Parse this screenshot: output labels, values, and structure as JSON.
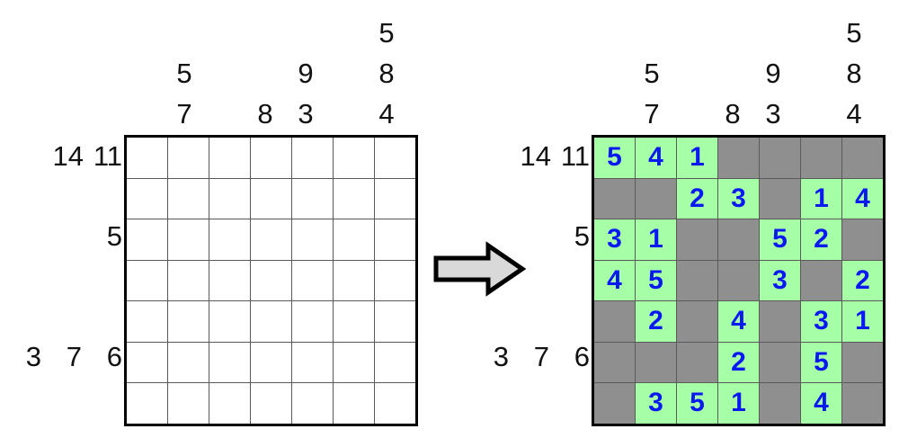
{
  "figure": {
    "type": "logic-puzzle-before-after",
    "grid_size": 7,
    "colors": {
      "filled_cell": "#a6ffa6",
      "blocked_cell": "#8f8f8f",
      "digit": "#0a19f0",
      "border": "#000000",
      "gridline": "#5a5a5a",
      "arrow_fill": "#d9d9d9",
      "arrow_outline": "#000000"
    }
  },
  "arrow": {
    "name": "right-arrow",
    "direction": "right"
  },
  "clues": {
    "columns": [
      {
        "col": 1,
        "values": []
      },
      {
        "col": 2,
        "values": [
          "5",
          "7"
        ]
      },
      {
        "col": 3,
        "values": []
      },
      {
        "col": 4,
        "values": [
          "8"
        ]
      },
      {
        "col": 5,
        "values": [
          "9",
          "3"
        ]
      },
      {
        "col": 6,
        "values": []
      },
      {
        "col": 7,
        "values": [
          "5",
          "8",
          "4"
        ]
      }
    ],
    "rows": [
      {
        "row": 1,
        "values": [
          "14",
          "11"
        ]
      },
      {
        "row": 2,
        "values": []
      },
      {
        "row": 3,
        "values": [
          "5"
        ]
      },
      {
        "row": 4,
        "values": []
      },
      {
        "row": 5,
        "values": []
      },
      {
        "row": 6,
        "values": [
          "3",
          "7",
          "6"
        ]
      },
      {
        "row": 7,
        "values": []
      }
    ]
  },
  "puzzle_grid": {
    "label": "unsolved-grid",
    "cells": [
      [
        "",
        "",
        "",
        "",
        "",
        "",
        ""
      ],
      [
        "",
        "",
        "",
        "",
        "",
        "",
        ""
      ],
      [
        "",
        "",
        "",
        "",
        "",
        "",
        ""
      ],
      [
        "",
        "",
        "",
        "",
        "",
        "",
        ""
      ],
      [
        "",
        "",
        "",
        "",
        "",
        "",
        ""
      ],
      [
        "",
        "",
        "",
        "",
        "",
        "",
        ""
      ],
      [
        "",
        "",
        "",
        "",
        "",
        "",
        ""
      ]
    ]
  },
  "solution_grid": {
    "label": "solved-grid",
    "cells": [
      [
        "5",
        "4",
        "1",
        "#",
        "#",
        "#",
        "#"
      ],
      [
        "#",
        "#",
        "2",
        "3",
        "#",
        "1",
        "4"
      ],
      [
        "3",
        "1",
        "#",
        "#",
        "5",
        "2",
        "#"
      ],
      [
        "4",
        "5",
        "#",
        "#",
        "3",
        "#",
        "2"
      ],
      [
        "#",
        "2",
        "#",
        "4",
        "#",
        "3",
        "1"
      ],
      [
        "#",
        "#",
        "#",
        "2",
        "#",
        "5",
        "#"
      ],
      [
        "#",
        "3",
        "5",
        "1",
        "#",
        "4",
        "#"
      ]
    ]
  },
  "chart_data": {
    "type": "table",
    "title": "",
    "left_panel": {
      "name": "blank-puzzle",
      "rows": 7,
      "cols": 7,
      "cells": [
        [
          "",
          "",
          "",
          "",
          "",
          "",
          ""
        ],
        [
          "",
          "",
          "",
          "",
          "",
          "",
          ""
        ],
        [
          "",
          "",
          "",
          "",
          "",
          "",
          ""
        ],
        [
          "",
          "",
          "",
          "",
          "",
          "",
          ""
        ],
        [
          "",
          "",
          "",
          "",
          "",
          "",
          ""
        ],
        [
          "",
          "",
          "",
          "",
          "",
          "",
          ""
        ],
        [
          "",
          "",
          "",
          "",
          "",
          "",
          ""
        ]
      ]
    },
    "right_panel": {
      "name": "solved-puzzle",
      "rows": 7,
      "cols": 7,
      "cells": [
        [
          "5",
          "4",
          "1",
          "#",
          "#",
          "#",
          "#"
        ],
        [
          "#",
          "#",
          "2",
          "3",
          "#",
          "1",
          "4"
        ],
        [
          "3",
          "1",
          "#",
          "#",
          "5",
          "2",
          "#"
        ],
        [
          "4",
          "5",
          "#",
          "#",
          "3",
          "#",
          "2"
        ],
        [
          "#",
          "2",
          "#",
          "4",
          "#",
          "3",
          "1"
        ],
        [
          "#",
          "#",
          "#",
          "2",
          "#",
          "5",
          "#"
        ],
        [
          "#",
          "3",
          "5",
          "1",
          "#",
          "4",
          "#"
        ]
      ],
      "legend": {
        "#": "blocked/gray cell",
        "digit": "filled green cell"
      }
    },
    "column_clues": [
      [],
      [
        "5",
        "7"
      ],
      [],
      [
        "8"
      ],
      [
        "9",
        "3"
      ],
      [],
      [
        "5",
        "8",
        "4"
      ]
    ],
    "row_clues": [
      [
        "14",
        "11"
      ],
      [],
      [
        "5"
      ],
      [],
      [],
      [
        "3",
        "7",
        "6"
      ],
      []
    ]
  }
}
